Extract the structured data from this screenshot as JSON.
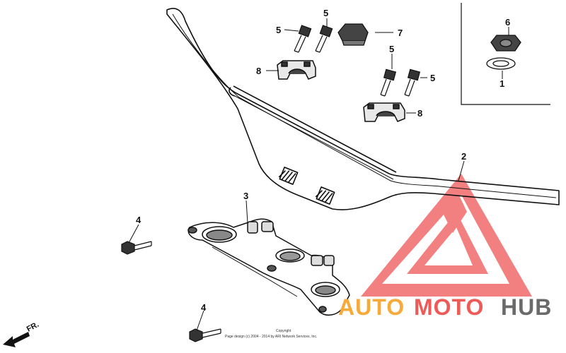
{
  "callouts": {
    "c1": "1",
    "c2": "2",
    "c3": "3",
    "c4a": "4",
    "c4b": "4",
    "c5a": "5",
    "c5b": "5",
    "c5c": "5",
    "c5d": "5",
    "c6": "6",
    "c7": "7",
    "c8a": "8",
    "c8b": "8"
  },
  "front_marker": "FR.",
  "copyright": {
    "line1": "Copyright",
    "line2": "Page design (c) 2004 - 2014 by ARI Network Services, Inc."
  },
  "watermark": {
    "auto": "AUTO",
    "moto": "MOTO",
    "hub": "HUB",
    "colors": {
      "triangle": "#f05a5a",
      "auto": "#f7a93a",
      "moto": "#ee5b57",
      "hub": "#6a6a6a"
    }
  }
}
